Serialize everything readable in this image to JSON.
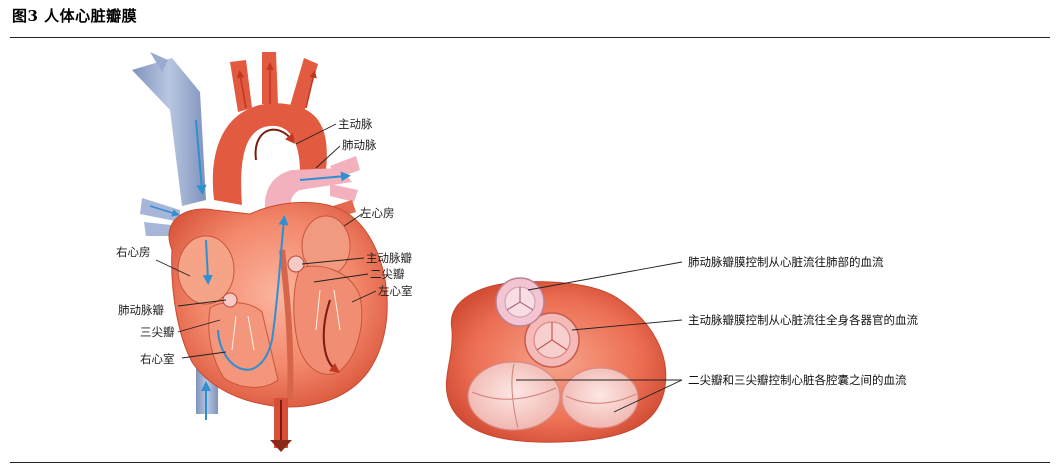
{
  "figure": {
    "title": "图3  人体心脏瓣膜"
  },
  "heart_labels": {
    "aorta": "主动脉",
    "pulmonary_artery": "肺动脉",
    "left_atrium": "左心房",
    "right_atrium": "右心房",
    "aortic_valve": "主动脉瓣",
    "mitral_valve": "二尖瓣",
    "left_ventricle": "左心室",
    "pulmonary_valve": "肺动脉瓣",
    "tricuspid_valve": "三尖瓣",
    "right_ventricle": "右心室"
  },
  "valve_labels": {
    "pulmonary": "肺动脉瓣膜控制从心脏流往肺部的血流",
    "aortic": "主动脉瓣膜控制从心脏流往全身各器官的血流",
    "av": "二尖瓣和三尖瓣控制心脏各腔囊之间的血流"
  },
  "colors": {
    "artery_red": "#e8573f",
    "vein_blue": "#8fa3c9",
    "muscle": "#f08a6e",
    "valve_pink": "#f2c2c7"
  }
}
